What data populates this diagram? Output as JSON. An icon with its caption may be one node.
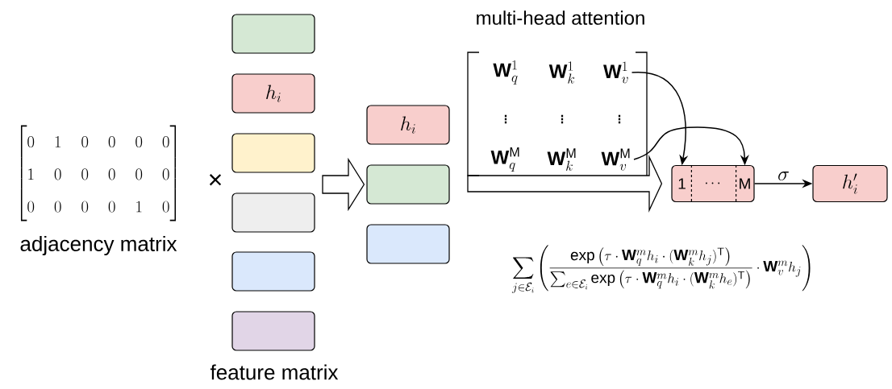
{
  "diagram": {
    "nodes": [
      {
        "text": [],
        "shape": "box"
      },
      {
        "text": [
          "h_i"
        ]
      },
      {
        "text": [],
        "shape": "box"
      },
      {
        "text": [],
        "shape": "box"
      },
      {
        "text": [],
        "shape": "box"
      },
      {
        "text": [],
        "shape": "box"
      },
      {
        "text": [
          "h_i"
        ]
      },
      {
        "text": [],
        "shape": "box"
      },
      {
        "text": [],
        "shape": "box"
      },
      {
        "text": [
          "\\mathbf{W}_v^1"
        ]
      },
      {
        "text": [
          "\\mathbf{W}_v^{\\mathsf{M}}"
        ]
      },
      {
        "text": [],
        "shape": "box"
      },
      {
        "text": [
          "1"
        ],
        "in": 11
      },
      {
        "text": [
          "\\cdots"
        ],
        "in": 11
      },
      {
        "text": [
          "M"
        ],
        "in": 11
      },
      {
        "text": [
          "h_i'"
        ]
      }
    ],
    "edges": [
      {
        "from": null,
        "to": 7,
        "arrow": "to"
      },
      {
        "from": null,
        "to": 11,
        "arrow": "to"
      },
      {
        "from": 9,
        "to": 12,
        "arrow": "to"
      },
      {
        "from": 10,
        "to": 14,
        "arrow": "to"
      },
      {
        "from": 11,
        "to": 15,
        "arrow": "to",
        "label": "\\sigma"
      }
    ],
    "labels": [
      "multi-head attention",
      "\\mathbf{W}_q^1",
      "\\mathbf{W}_k^1",
      "\\vdots",
      "\\vdots",
      "\\vdots",
      "\\mathbf{W}_q^{\\mathsf{M}}",
      "\\mathbf{W}_k^{\\mathsf{M}}",
      "\\begin{bmatrix}0&1&0&0&0&0\\\\1&0&0&0&0&0\\\\0&0&0&0&1&0\\end{bmatrix}",
      "×",
      "adjacency matrix",
      "feature matrix",
      "\\sum_{j\\in\\mathcal{E}_i}\\left(\\frac{\\exp\\left(\\tau\\cdot\\mathbf{W}_q^m h_i\\cdot(\\mathbf{W}_k^m h_j)^{\\mathsf{T}}\\right)}{\\sum_{e\\in\\mathcal{E}_i}\\exp\\left(\\tau\\cdot\\mathbf{W}_q^m h_i\\cdot(\\mathbf{W}_k^m h_e)^{\\mathsf{T}}\\right)}\\cdot\\mathbf{W}_v^m h_j\\right)"
    ]
  }
}
